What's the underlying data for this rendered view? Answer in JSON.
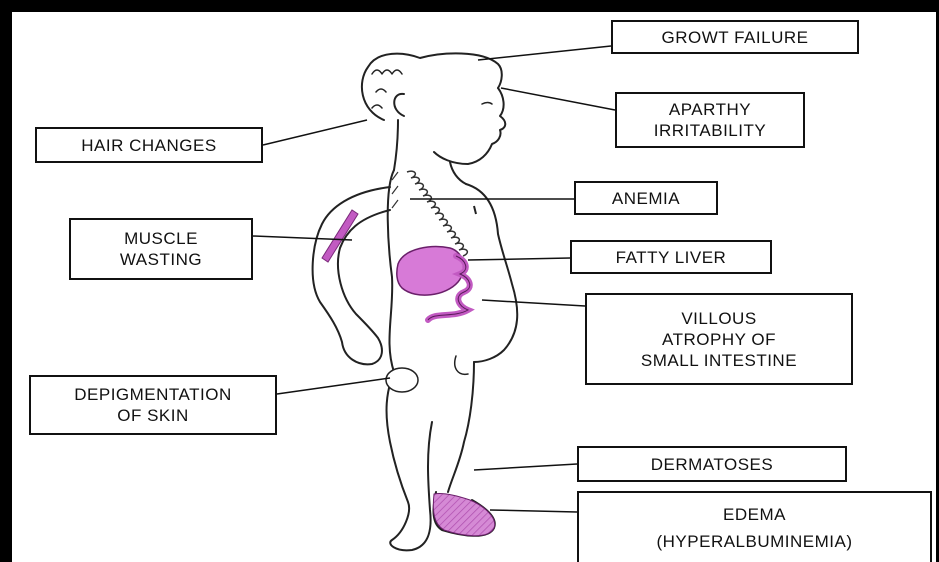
{
  "labels": {
    "growth_failure": "GROWT FAILURE",
    "apathy_line1": "APARTHY",
    "apathy_line2": "IRRITABILITY",
    "hair_changes": "HAIR CHANGES",
    "anemia": "ANEMIA",
    "muscle_line1": "MUSCLE",
    "muscle_line2": "WASTING",
    "fatty_liver": "FATTY LIVER",
    "villous_line1": "VILLOUS",
    "villous_line2": "ATROPHY OF",
    "villous_line3": "SMALL INTESTINE",
    "depig_line1": "DEPIGMENTATION",
    "depig_line2": "OF SKIN",
    "dermatoses": "DERMATOSES",
    "edema_line1": "EDEMA",
    "edema_line2": "(HYPERALBUMINEMIA)"
  },
  "colors": {
    "frame": "#000000",
    "background": "#ffffff",
    "highlight": "#cc66cc",
    "ink": "#111111"
  }
}
